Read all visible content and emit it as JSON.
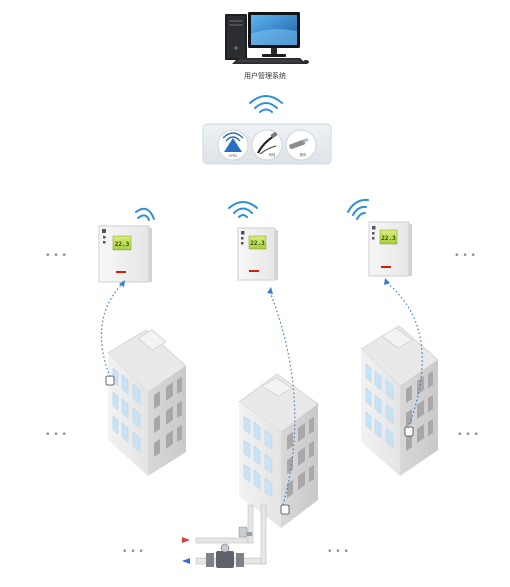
{
  "system": {
    "label": "用户管理系统"
  },
  "gateway": {
    "items": [
      {
        "icon": "gprs-wireless-icon",
        "caption": "GPRS"
      },
      {
        "icon": "wired-cable-icon",
        "caption": "有线"
      },
      {
        "icon": "usb-dongle-icon",
        "caption": "数传"
      }
    ]
  },
  "controllers": [
    {
      "display": "22.3"
    },
    {
      "display": "22.3"
    },
    {
      "display": "22.3"
    }
  ],
  "brand_color": "#d81e06",
  "link_color": "#3a7fc4",
  "wifi_color": "#2a90d8",
  "pipe_arrows": {
    "inlet": "#e23b3b",
    "outlet": "#2f6fd0"
  },
  "ellipsis": "• • •"
}
